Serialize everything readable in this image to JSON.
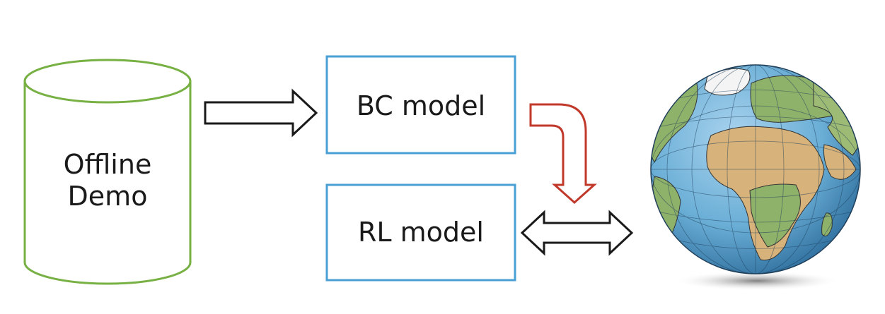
{
  "database": {
    "line1": "Offline",
    "line2": "Demo",
    "stroke_color": "#77b043"
  },
  "boxes": {
    "bc": {
      "label": "BC model"
    },
    "rl": {
      "label": "RL model"
    },
    "stroke_color": "#4a9fd4"
  },
  "arrows": {
    "demo_to_bc": {
      "color": "#1a1a1a"
    },
    "bc_to_rl": {
      "color": "#c0392b"
    },
    "rl_env": {
      "color": "#1a1a1a"
    }
  },
  "environment": {
    "icon": "globe-icon",
    "ocean_color": "#6aaed6",
    "land_color": "#8fb26a",
    "desert_color": "#d7b27a"
  }
}
